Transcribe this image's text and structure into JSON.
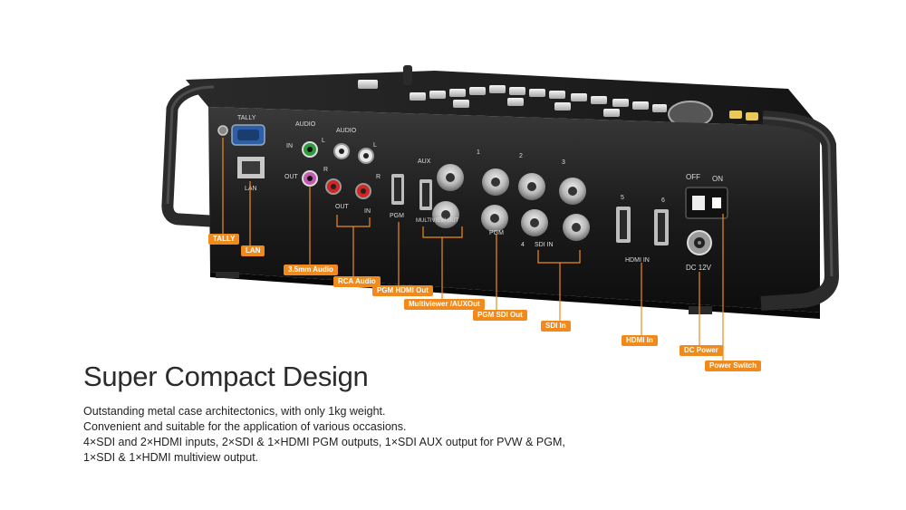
{
  "accent_color": "#f08a1c",
  "device": {
    "panel_labels": {
      "tally": "TALLY",
      "lan": "LAN",
      "audio_left": "AUDIO",
      "audio_right": "AUDIO",
      "in": "IN",
      "out": "OUT",
      "l": "L",
      "r": "R",
      "rca_out": "OUT",
      "rca_in": "IN",
      "pgm": "PGM",
      "aux": "AUX",
      "multiview_out": "MULTIVIEW OUT",
      "pgm_sdi": "PGM",
      "sdi_in": "SDI IN",
      "num_1": "1",
      "num_2": "2",
      "num_3": "3",
      "num_4": "4",
      "num_5": "5",
      "num_6": "6",
      "hdmi_in": "HDMI IN",
      "off": "OFF",
      "on": "ON",
      "dc": "DC 12V"
    }
  },
  "callouts": [
    {
      "id": "tally",
      "label": "TALLY"
    },
    {
      "id": "lan",
      "label": "LAN"
    },
    {
      "id": "audio35",
      "label": "3.5mm Audio"
    },
    {
      "id": "rca",
      "label": "RCA Audio"
    },
    {
      "id": "pgm_hdmi",
      "label": "PGM HDMI Out"
    },
    {
      "id": "multiview",
      "label": "Multiviewer /AUXOut"
    },
    {
      "id": "pgm_sdi",
      "label": "PGM SDI Out"
    },
    {
      "id": "sdi_in",
      "label": "SDI In"
    },
    {
      "id": "hdmi_in",
      "label": "HDMI In"
    },
    {
      "id": "dc_power",
      "label": "DC Power"
    },
    {
      "id": "power_switch",
      "label": "Power Switch"
    }
  ],
  "heading": "Super Compact Design",
  "description": [
    "Outstanding metal case architectonics, with only 1kg weight.",
    "Convenient and suitable for the application of various occasions.",
    "4×SDI and 2×HDMI inputs, 2×SDI & 1×HDMI PGM outputs, 1×SDI AUX output for PVW & PGM,",
    "1×SDI & 1×HDMI multiview output."
  ]
}
